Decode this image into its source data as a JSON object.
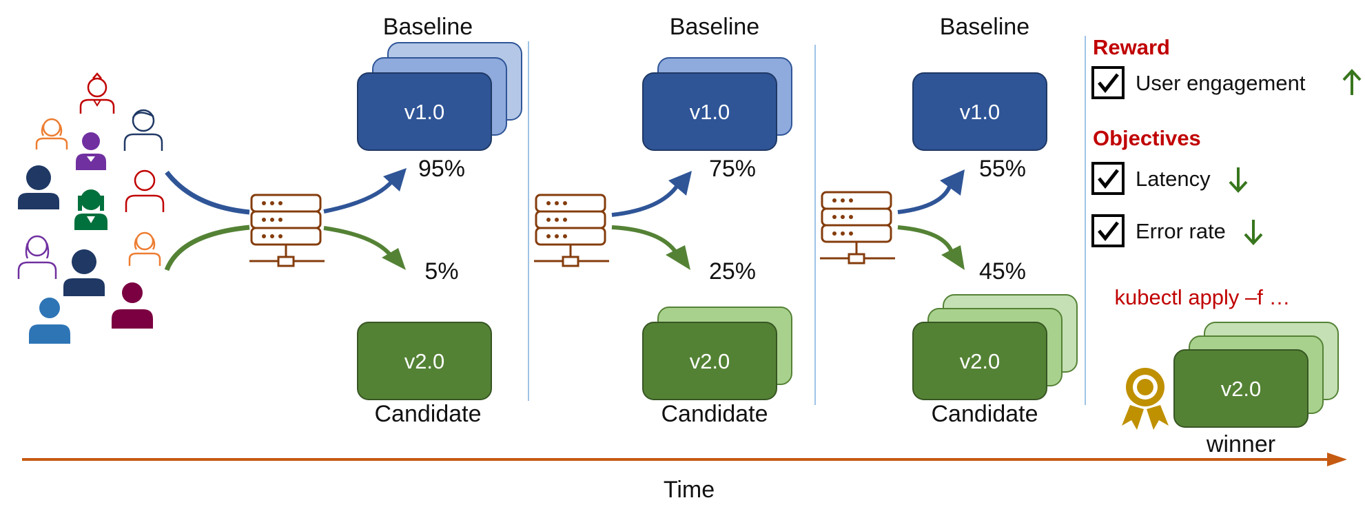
{
  "colors": {
    "baseline_front": "#2f5597",
    "baseline_back": "#b4c7e7",
    "baseline_mid": "#8faadc",
    "candidate_front": "#548235",
    "candidate_back": "#c5e0b4",
    "candidate_mid": "#a9d18e",
    "router": "#843c0c",
    "timeline": "#c55a11",
    "arrow_up": "#2f5597",
    "arrow_down": "#548235",
    "trend": "#38761d",
    "red_text": "#c00000",
    "badge": "#bf9000"
  },
  "stages": [
    {
      "baseline_label": "Baseline",
      "baseline_version": "v1.0",
      "baseline_pct": "95%",
      "candidate_label": "Candidate",
      "candidate_version": "v2.0",
      "candidate_pct": "5%"
    },
    {
      "baseline_label": "Baseline",
      "baseline_version": "v1.0",
      "baseline_pct": "75%",
      "candidate_label": "Candidate",
      "candidate_version": "v2.0",
      "candidate_pct": "25%"
    },
    {
      "baseline_label": "Baseline",
      "baseline_version": "v1.0",
      "baseline_pct": "55%",
      "candidate_label": "Candidate",
      "candidate_version": "v2.0",
      "candidate_pct": "45%"
    }
  ],
  "panel": {
    "reward_heading": "Reward",
    "reward_item": "User engagement",
    "objectives_heading": "Objectives",
    "objective_items": [
      "Latency",
      "Error rate"
    ],
    "command": "kubectl apply –f …",
    "winner_version": "v2.0",
    "winner_label": "winner"
  },
  "timeline": {
    "label": "Time"
  }
}
